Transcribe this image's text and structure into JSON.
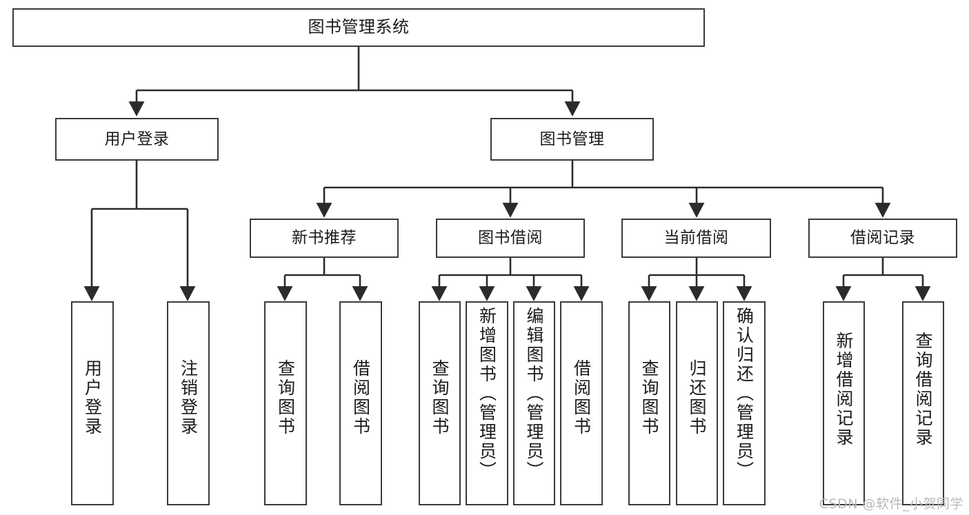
{
  "diagram": {
    "title": "图书管理系统",
    "type": "tree-hierarchy",
    "watermark": "CSDN @软件_小贺同学",
    "colors": {
      "box_stroke": "#3a3a3a",
      "box_fill": "#ffffff",
      "edge": "#2b2b2b",
      "text": "#1b1b1b",
      "watermark": "#b9b9b9"
    },
    "nodes": {
      "root": {
        "label": "图书管理系统"
      },
      "level2": [
        {
          "id": "user-login",
          "label": "用户登录"
        },
        {
          "id": "book-manage",
          "label": "图书管理"
        }
      ],
      "level3": [
        {
          "id": "new-book-recommend",
          "label": "新书推荐"
        },
        {
          "id": "book-borrow",
          "label": "图书借阅"
        },
        {
          "id": "current-borrow",
          "label": "当前借阅"
        },
        {
          "id": "borrow-record",
          "label": "借阅记录"
        }
      ],
      "leaves": {
        "user_login": [
          {
            "id": "leaf-user-login",
            "label": "用户登录"
          },
          {
            "id": "leaf-logout-login",
            "label": "注销登录"
          }
        ],
        "new_book_recommend": [
          {
            "id": "leaf-query-book-1",
            "label": "查询图书"
          },
          {
            "id": "leaf-borrow-book-1",
            "label": "借阅图书"
          }
        ],
        "book_borrow": [
          {
            "id": "leaf-query-book-2",
            "label": "查询图书"
          },
          {
            "id": "leaf-add-book",
            "label": "新增图书（管理员）"
          },
          {
            "id": "leaf-edit-book",
            "label": "编辑图书（管理员）"
          },
          {
            "id": "leaf-borrow-book-2",
            "label": "借阅图书"
          }
        ],
        "current_borrow": [
          {
            "id": "leaf-query-book-3",
            "label": "查询图书"
          },
          {
            "id": "leaf-return-book",
            "label": "归还图书"
          },
          {
            "id": "leaf-confirm-return",
            "label": "确认归还（管理员）"
          }
        ],
        "borrow_record": [
          {
            "id": "leaf-add-record",
            "label": "新增借阅记录"
          },
          {
            "id": "leaf-query-record",
            "label": "查询借阅记录"
          }
        ]
      }
    }
  }
}
